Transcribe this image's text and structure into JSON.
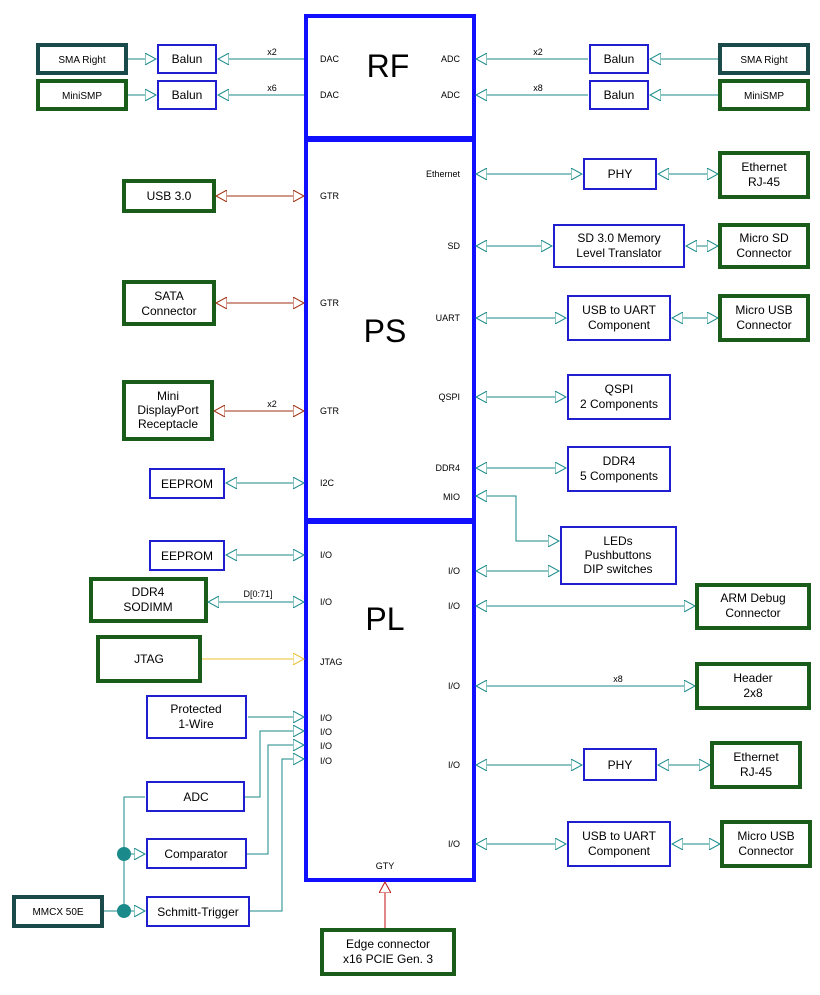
{
  "sections": {
    "rf": "RF",
    "ps": "PS",
    "pl": "PL"
  },
  "rf_left": [
    {
      "box": "SMA Right",
      "balun": "Balun",
      "mult": "x2",
      "port": "DAC"
    },
    {
      "box": "MiniSMP",
      "balun": "Balun",
      "mult": "x6",
      "port": "DAC"
    }
  ],
  "rf_right": [
    {
      "box": "SMA Right",
      "balun": "Balun",
      "mult": "x2",
      "port": "ADC"
    },
    {
      "box": "MiniSMP",
      "balun": "Balun",
      "mult": "x8",
      "port": "ADC"
    }
  ],
  "ps_left": [
    {
      "box": [
        "USB 3.0"
      ],
      "port": "GTR",
      "mult": ""
    },
    {
      "box": [
        "SATA",
        "Connector"
      ],
      "port": "GTR",
      "mult": ""
    },
    {
      "box": [
        "Mini",
        "DisplayPort",
        "Receptacle"
      ],
      "port": "GTR",
      "mult": "x2"
    },
    {
      "box": [
        "EEPROM"
      ],
      "port": "I2C",
      "mult": ""
    }
  ],
  "ps_right": {
    "ethernet_port": "Ethernet",
    "phy": "PHY",
    "eth_connector": [
      "Ethernet",
      "RJ-45"
    ],
    "sd_port": "SD",
    "sd_translator": [
      "SD 3.0 Memory",
      "Level Translator"
    ],
    "sd_connector": [
      "Micro SD",
      "Connector"
    ],
    "uart_port": "UART",
    "uart_component": [
      "USB to UART",
      "Component"
    ],
    "uart_connector": [
      "Micro USB",
      "Connector"
    ],
    "qspi_port": "QSPI",
    "qspi_box": [
      "QSPI",
      "2 Components"
    ],
    "ddr4_port": "DDR4",
    "ddr4_box": [
      "DDR4",
      "5 Components"
    ],
    "mio_port": "MIO"
  },
  "pl_left": {
    "eeprom": "EEPROM",
    "eeprom_port": "I/O",
    "sodimm": [
      "DDR4",
      "SODIMM"
    ],
    "sodimm_bus": "D[0:71]",
    "sodimm_port": "I/O",
    "jtag": "JTAG",
    "jtag_port": "JTAG",
    "onewire": [
      "Protected",
      "1-Wire"
    ],
    "io_ports": [
      "I/O",
      "I/O",
      "I/O",
      "I/O"
    ],
    "adc": "ADC",
    "comparator": "Comparator",
    "schmitt": "Schmitt-Trigger",
    "mmcx": "MMCX 50E"
  },
  "pl_right": {
    "leds": [
      "LEDs",
      "Pushbuttons",
      "DIP switches"
    ],
    "leds_port": "I/O",
    "arm": [
      "ARM Debug",
      "Connector"
    ],
    "arm_port": "I/O",
    "header": [
      "Header",
      "2x8"
    ],
    "header_port": "I/O",
    "header_mult": "x8",
    "phy": "PHY",
    "phy_port": "I/O",
    "eth_connector": [
      "Ethernet",
      "RJ-45"
    ],
    "uart_port": "I/O",
    "uart_component": [
      "USB to UART",
      "Component"
    ],
    "uart_connector": [
      "Micro USB",
      "Connector"
    ]
  },
  "bottom": {
    "gty_port": "GTY",
    "edge": [
      "Edge connector",
      "x16 PCIE Gen. 3"
    ]
  }
}
